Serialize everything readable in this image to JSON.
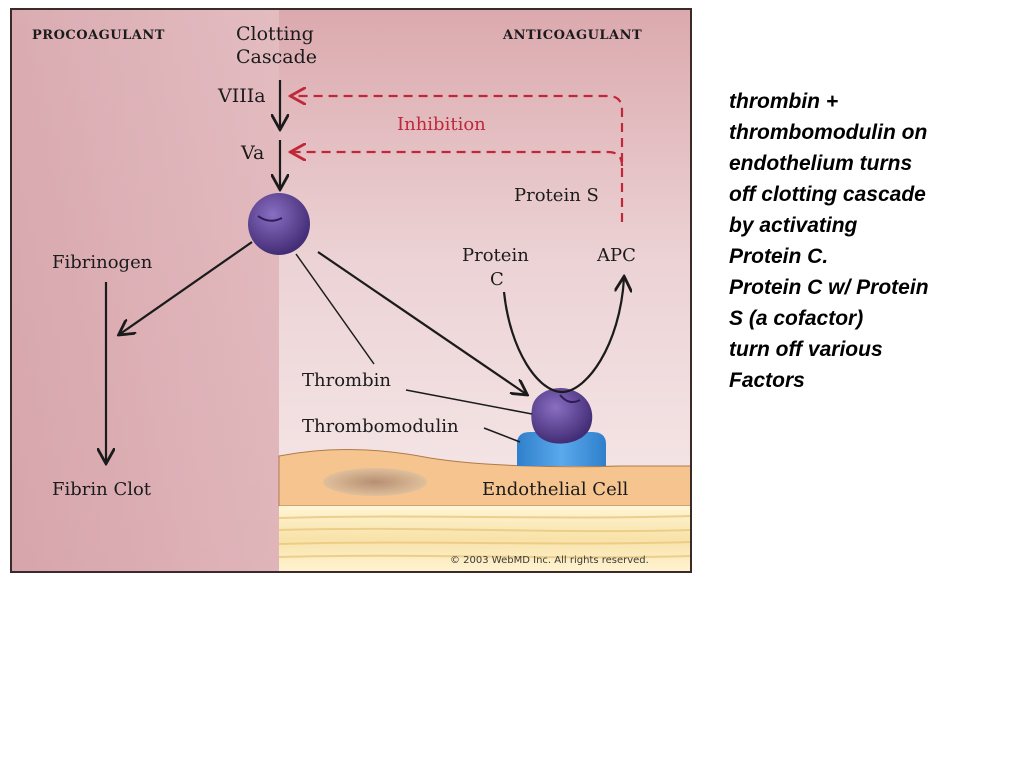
{
  "diagram": {
    "header_left": "PROCOAGULANT",
    "header_right": "ANTICOAGULANT",
    "clotting_cascade": [
      "Clotting",
      "Cascade"
    ],
    "factor_viiia": "VIIIa",
    "factor_va": "Va",
    "inhibition": "Inhibition",
    "protein_s": "Protein S",
    "fibrinogen": "Fibrinogen",
    "protein_c": [
      "Protein",
      "C"
    ],
    "apc": "APC",
    "thrombin": "Thrombin",
    "thrombomodulin": "Thrombomodulin",
    "fibrin_clot": "Fibrin Clot",
    "endothelial_cell": "Endothelial Cell",
    "copyright": "© 2003 WebMD Inc. All rights reserved.",
    "colors": {
      "procoagulant_bg": "#c98a93",
      "anticoagulant_bg": "#f4e4e5",
      "inhibition_red": "#c0283a",
      "thrombin_purple": "#5b3f8f",
      "thrombomodulin_blue": "#3f8fd6",
      "endothelium_tan": "#f6c48e",
      "border": "#3a2a2a"
    }
  },
  "caption": {
    "lines": [
      "thrombin +",
      "thrombomodulin on",
      "endothelium turns",
      "off clotting cascade",
      "by activating",
      "Protein C.",
      "Protein C w/ Protein",
      "S (a cofactor)",
      "turn off various",
      "Factors"
    ]
  }
}
